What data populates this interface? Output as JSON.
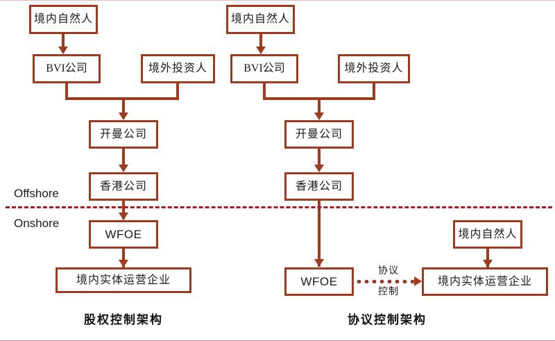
{
  "diagram": {
    "zones": {
      "offshore_label": "Offshore",
      "onshore_label": "Onshore"
    },
    "left": {
      "caption": "股权控制架构",
      "nodes": {
        "domestic_individual": "境内自然人",
        "bvi_company": "BVI公司",
        "overseas_investor": "境外投资人",
        "cayman_company": "开曼公司",
        "hongkong_company": "香港公司",
        "wfoe": "WFOE",
        "domestic_operating_entity": "境内实体运营企业"
      }
    },
    "right": {
      "caption": "协议控制架构",
      "nodes": {
        "domestic_individual": "境内自然人",
        "bvi_company": "BVI公司",
        "overseas_investor": "境外投资人",
        "cayman_company": "开曼公司",
        "hongkong_company": "香港公司",
        "wfoe": "WFOE",
        "domestic_individual_onshore": "境内自然人",
        "domestic_operating_entity": "境内实体运营企业"
      },
      "edge_labels": {
        "agreement_top": "协议",
        "agreement_bottom": "控制"
      }
    },
    "colors": {
      "box_border": "#9e3b1e",
      "connector": "#9e3b1e",
      "divider": "#a81d21",
      "text": "#1b1b1b"
    }
  }
}
